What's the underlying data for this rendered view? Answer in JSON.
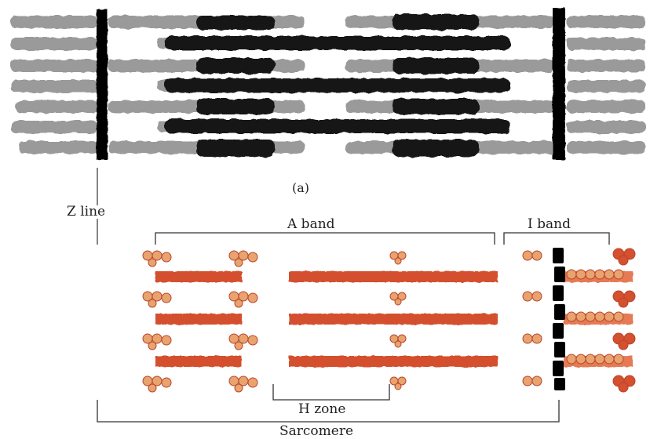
{
  "labels": {
    "panel_a": "(a)",
    "z_line": "Z line",
    "a_band": "A band",
    "i_band": "I band",
    "h_zone": "H zone",
    "sarcomere": "Sarcomere"
  },
  "colors": {
    "thick_micrograph": "#151515",
    "thin_micrograph": "#9a9a9a",
    "z_disc": "#000000",
    "thick_filament": "#d4502f",
    "myosin_head": "#e8a36f",
    "bracket": "#333333",
    "text": "#222222"
  }
}
